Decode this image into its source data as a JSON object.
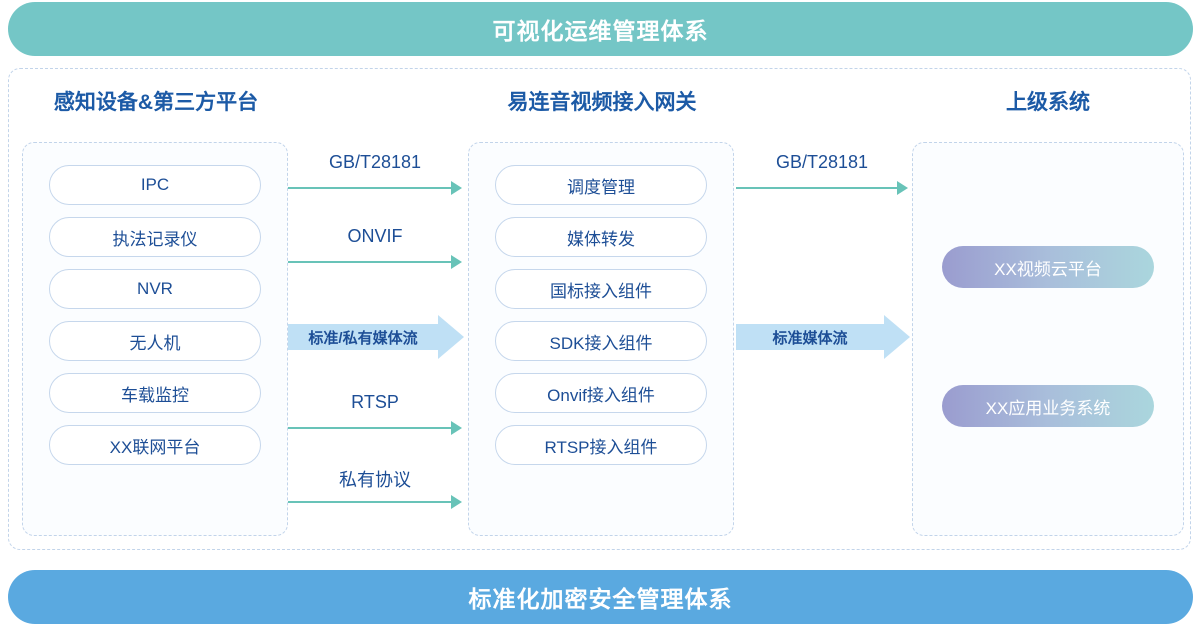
{
  "banners": {
    "top": "可视化运维管理体系",
    "bottom": "标准化加密安全管理体系",
    "top_color": "#74c6c6",
    "bottom_color": "#5aa9e0"
  },
  "columns": {
    "left": {
      "title": "感知设备&第三方平台",
      "items": [
        "IPC",
        "执法记录仪",
        "NVR",
        "无人机",
        "车载监控",
        "XX联网平台"
      ]
    },
    "middle": {
      "title": "易连音视频接入网关",
      "items": [
        "调度管理",
        "媒体转发",
        "国标接入组件",
        "SDK接入组件",
        "Onvif接入组件",
        "RTSP接入组件"
      ]
    },
    "right": {
      "title": "上级系统",
      "items": [
        "XX视频云平台",
        "XX应用业务系统"
      ]
    }
  },
  "connectors": {
    "left_group": [
      {
        "label": "GB/T28181",
        "type": "line"
      },
      {
        "label": "ONVIF",
        "type": "line"
      },
      {
        "label": "标准/私有媒体流",
        "type": "block"
      },
      {
        "label": "RTSP",
        "type": "line"
      },
      {
        "label": "私有协议",
        "type": "line"
      }
    ],
    "right_group": [
      {
        "label": "GB/T28181",
        "type": "line"
      },
      {
        "label": "标准媒体流",
        "type": "block"
      }
    ]
  },
  "colors": {
    "arrow_line": "#68c3b8",
    "block_arrow": "#bfe0f5",
    "title_text": "#1c5aa6",
    "pill_text": "#1d4e96",
    "pill_border": "#c6d7ec",
    "dashed_border": "#c2d4ea",
    "gradient_from": "#9a9ccf",
    "gradient_to": "#aad6dd"
  }
}
